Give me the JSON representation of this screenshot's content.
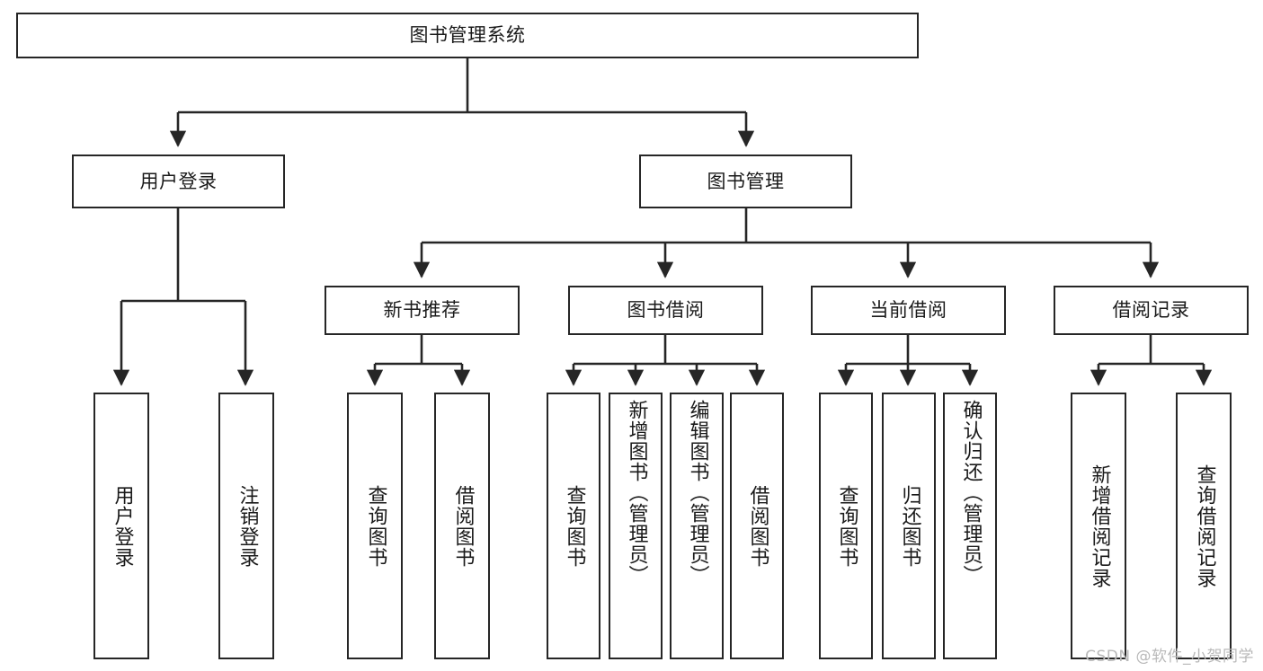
{
  "diagram": {
    "title": "图书管理系统",
    "type": "tree-hierarchy-chart",
    "root": {
      "id": "root",
      "label": "图书管理系统"
    },
    "level2": [
      {
        "id": "user-login",
        "label": "用户登录"
      },
      {
        "id": "book-manage",
        "label": "图书管理"
      }
    ],
    "level3": [
      {
        "id": "new-book-rec",
        "label": "新书推荐"
      },
      {
        "id": "book-borrow",
        "label": "图书借阅"
      },
      {
        "id": "current-borrow",
        "label": "当前借阅"
      },
      {
        "id": "borrow-record",
        "label": "借阅记录"
      }
    ],
    "leaves": {
      "user_login": [
        {
          "id": "leaf-user-login",
          "label": "用户登录"
        },
        {
          "id": "leaf-user-logout",
          "label": "注销登录"
        }
      ],
      "new_book_rec": [
        {
          "id": "leaf-query-book-1",
          "label": "查询图书"
        },
        {
          "id": "leaf-borrow-book-1",
          "label": "借阅图书"
        }
      ],
      "book_borrow": [
        {
          "id": "leaf-query-book-2",
          "label": "查询图书"
        },
        {
          "id": "leaf-add-book",
          "label": "新增图书（管理员）"
        },
        {
          "id": "leaf-edit-book",
          "label": "编辑图书（管理员）"
        },
        {
          "id": "leaf-borrow-book-2",
          "label": "借阅图书"
        }
      ],
      "current_borrow": [
        {
          "id": "leaf-query-book-3",
          "label": "查询图书"
        },
        {
          "id": "leaf-return-book",
          "label": "归还图书"
        },
        {
          "id": "leaf-confirm-return",
          "label": "确认归还（管理员）"
        }
      ],
      "borrow_record": [
        {
          "id": "leaf-add-record",
          "label": "新增借阅记录"
        },
        {
          "id": "leaf-query-record",
          "label": "查询借阅记录"
        }
      ]
    }
  },
  "watermark": {
    "text": "CSDN @软件_小贺同学"
  },
  "colors": {
    "stroke": "#262626",
    "background": "#ffffff",
    "text": "#1a1a1a",
    "watermark": "#b9b9b9"
  }
}
